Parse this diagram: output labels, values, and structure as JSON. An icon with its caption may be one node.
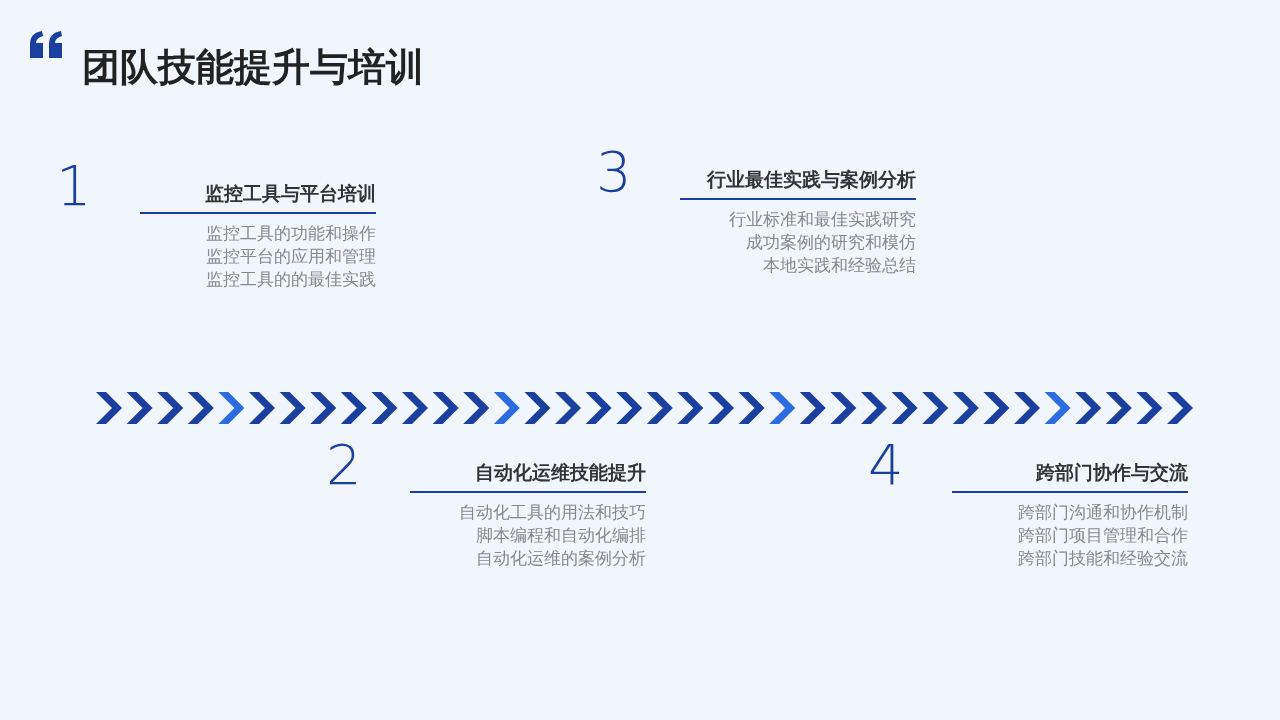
{
  "diagram": {
    "title": "团队技能提升与培训",
    "nodes": [
      {
        "text": [
          "监控工具与平台培训",
          "监控工具的功能和操作",
          "监控平台的应用和管理",
          "监控工具的的最佳实践"
        ],
        "beside": [
          "1"
        ]
      },
      {
        "text": [
          "行业最佳实践与案例分析",
          "行业标准和最佳实践研究",
          "成功案例的研究和模仿",
          "本地实践和经验总结"
        ],
        "beside": [
          "3"
        ]
      },
      {
        "text": [
          "自动化运维技能提升",
          "自动化工具的用法和技巧",
          "脚本编程和自动化编排",
          "自动化运维的案例分析"
        ],
        "beside": [
          "2"
        ]
      },
      {
        "text": [
          "跨部门协作与交流",
          "跨部门沟通和协作机制",
          "跨部门项目管理和合作",
          "跨部门技能和经验交流"
        ],
        "beside": [
          "4"
        ]
      }
    ],
    "edges": []
  }
}
